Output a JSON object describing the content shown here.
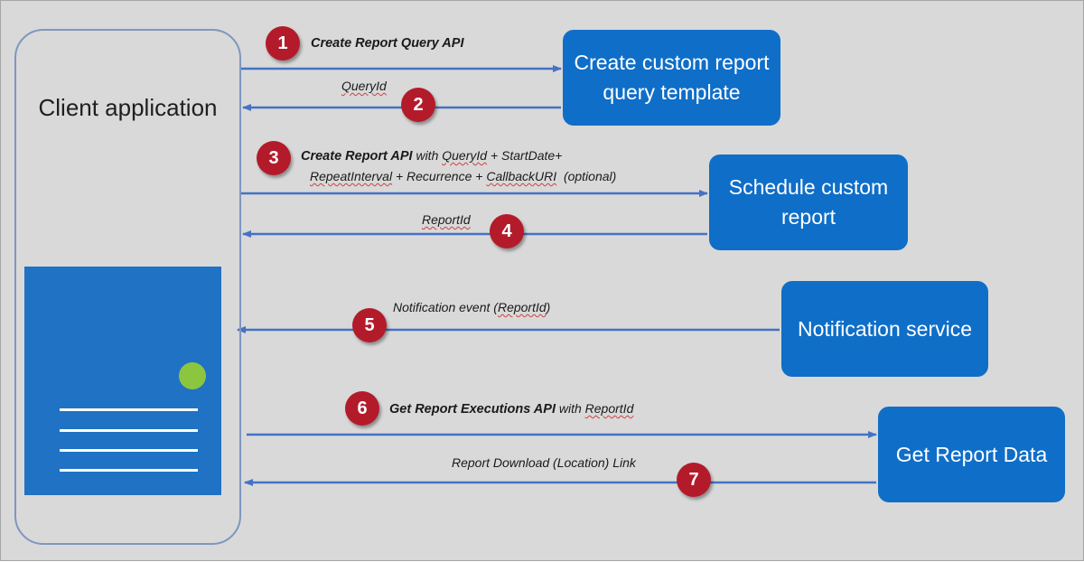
{
  "client": {
    "title": "Client application"
  },
  "boxes": {
    "create_query": "Create custom report query template",
    "schedule": "Schedule custom report",
    "notification": "Notification service",
    "get_data": "Get Report Data"
  },
  "steps": [
    {
      "number": "1",
      "api": "Create Report Query API"
    },
    {
      "number": "2",
      "param": "QueryId"
    },
    {
      "number": "3",
      "api": "Create Report API",
      "with": "with",
      "query_id": "QueryId",
      "start_date": "+ StartDate+",
      "repeat_interval": "RepeatInterval",
      "recurrence": "+ Recurrence +",
      "callback": "CallbackURI",
      "optional": "(optional)"
    },
    {
      "number": "4",
      "param": "ReportId"
    },
    {
      "number": "5",
      "prefix": "Notification event (",
      "param": "ReportId",
      "suffix": ")"
    },
    {
      "number": "6",
      "api": "Get Report Executions API",
      "with": "with",
      "param": "ReportId"
    },
    {
      "number": "7",
      "text": "Report Download (Location) Link"
    }
  ],
  "colors": {
    "box": "#0f6ec8",
    "arrow": "#4472c4",
    "badge": "#b31b2b",
    "status_dot": "#8cc63f"
  }
}
